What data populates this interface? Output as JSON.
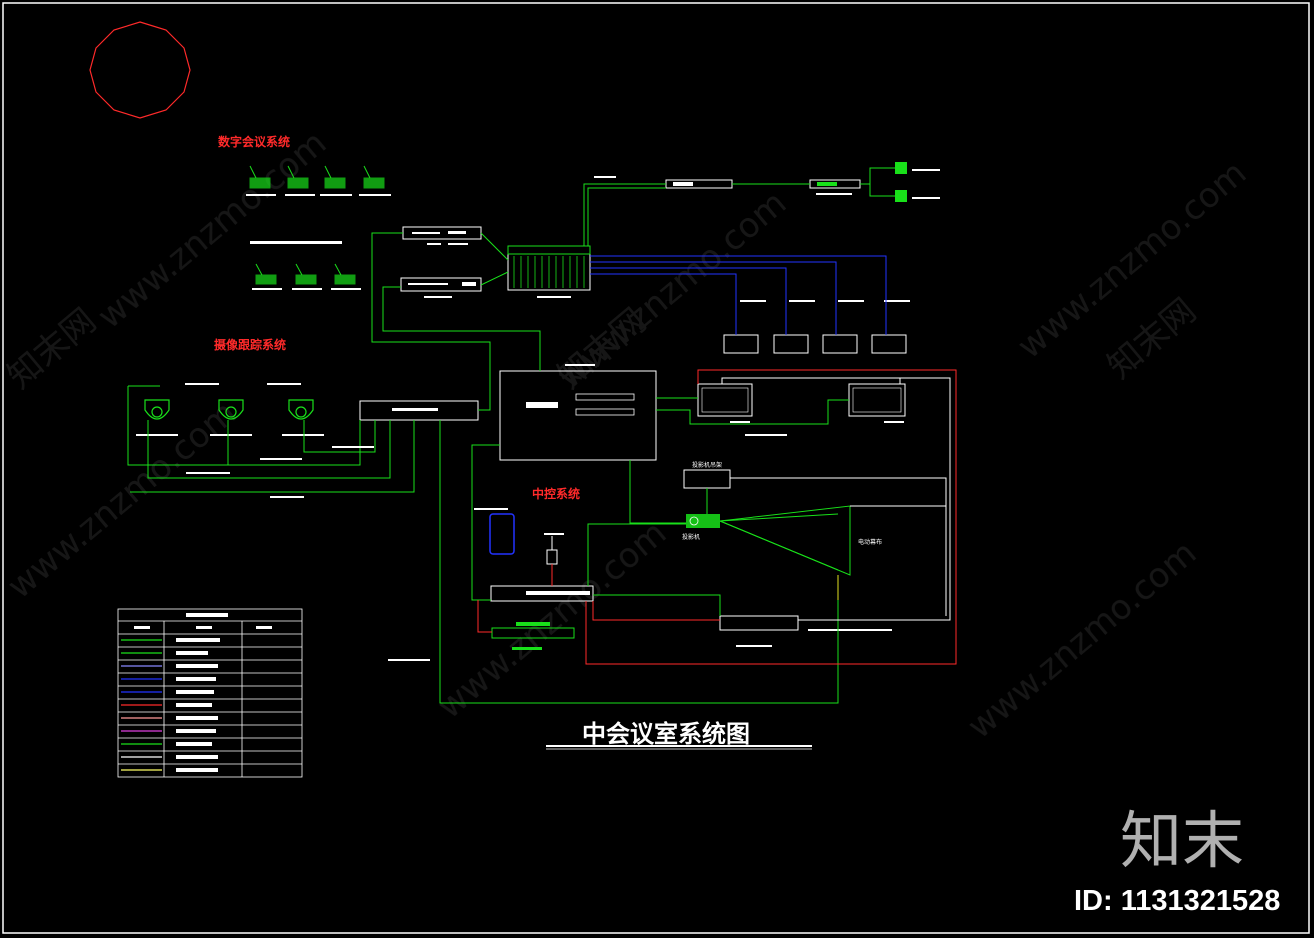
{
  "diagram": {
    "title": "中会议室系统图",
    "sections": {
      "conference": "数字会议系统",
      "camera": "摄像跟踪系统",
      "control": "中控系统"
    },
    "small_labels": {
      "projector": "投影机",
      "screen": "电动幕布",
      "lift": "投影机吊架"
    }
  },
  "watermark": {
    "brand": "知末",
    "site": "www.znzmo.com",
    "cn": "知末网",
    "id_text": "ID: 1131321528"
  },
  "colors": {
    "background": "#000000",
    "green": "#19e01a",
    "blue": "#2233ff",
    "red": "#ff2a2a",
    "white": "#ffffff"
  }
}
